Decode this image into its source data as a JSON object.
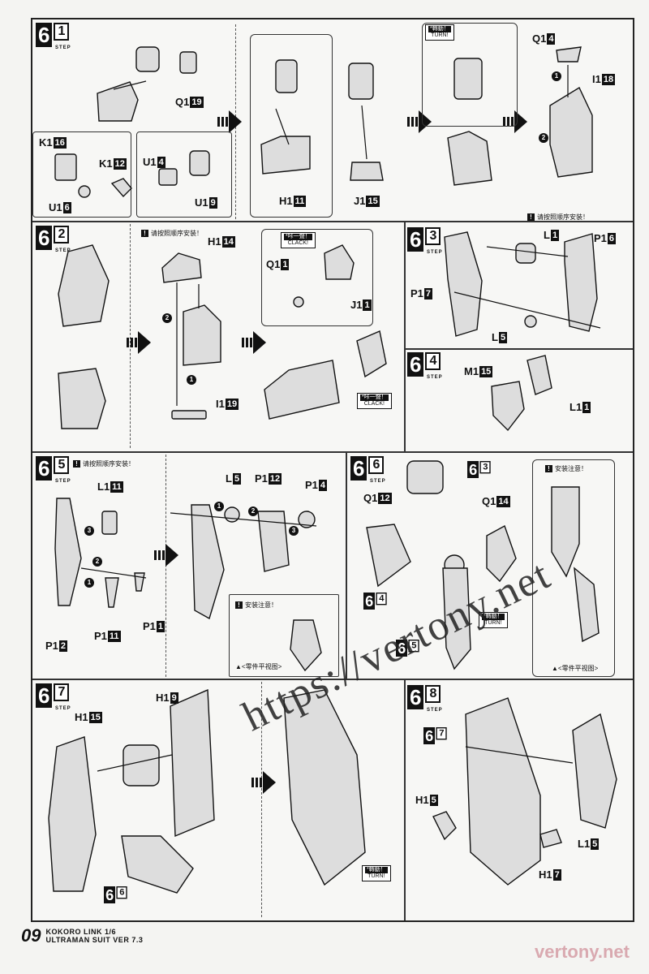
{
  "steps": {
    "s61": {
      "big": "6",
      "small": "1",
      "label": "STEP"
    },
    "s62": {
      "big": "6",
      "small": "2",
      "label": "STEP"
    },
    "s63": {
      "big": "6",
      "small": "3",
      "label": "STEP"
    },
    "s64": {
      "big": "6",
      "small": "4",
      "label": "STEP"
    },
    "s65": {
      "big": "6",
      "small": "5",
      "label": "STEP"
    },
    "s66": {
      "big": "6",
      "small": "6",
      "label": "STEP"
    },
    "s67": {
      "big": "6",
      "small": "7",
      "label": "STEP"
    },
    "s68": {
      "big": "6",
      "small": "8",
      "label": "STEP"
    }
  },
  "parts": {
    "q119": {
      "code": "Q1",
      "num": "19"
    },
    "k116": {
      "code": "K1",
      "num": "16"
    },
    "k112": {
      "code": "K1",
      "num": "12"
    },
    "u14": {
      "code": "U1",
      "num": "4"
    },
    "u16": {
      "code": "U1",
      "num": "6"
    },
    "u19": {
      "code": "U1",
      "num": "9"
    },
    "h111": {
      "code": "H1",
      "num": "11"
    },
    "j115": {
      "code": "J1",
      "num": "15"
    },
    "q14": {
      "code": "Q1",
      "num": "4"
    },
    "i118": {
      "code": "I1",
      "num": "18"
    },
    "h114": {
      "code": "H1",
      "num": "14"
    },
    "i119": {
      "code": "I1",
      "num": "19"
    },
    "q11": {
      "code": "Q1",
      "num": "1"
    },
    "j11": {
      "code": "J1",
      "num": "1"
    },
    "l1": {
      "code": "L",
      "num": "1"
    },
    "p16": {
      "code": "P1",
      "num": "6"
    },
    "p17": {
      "code": "P1",
      "num": "7"
    },
    "l5": {
      "code": "L",
      "num": "5"
    },
    "m115": {
      "code": "M1",
      "num": "15"
    },
    "l11": {
      "code": "L1",
      "num": "1"
    },
    "l111": {
      "code": "L1",
      "num": "11"
    },
    "p111": {
      "code": "P1",
      "num": "11"
    },
    "p11": {
      "code": "P1",
      "num": "1"
    },
    "p12": {
      "code": "P1",
      "num": "2"
    },
    "l5b": {
      "code": "L",
      "num": "5"
    },
    "p112": {
      "code": "P1",
      "num": "12"
    },
    "p14": {
      "code": "P1",
      "num": "4"
    },
    "q112": {
      "code": "Q1",
      "num": "12"
    },
    "q114": {
      "code": "Q1",
      "num": "14"
    },
    "h19": {
      "code": "H1",
      "num": "9"
    },
    "h115": {
      "code": "H1",
      "num": "15"
    },
    "h15": {
      "code": "H1",
      "num": "5"
    },
    "l15": {
      "code": "L1",
      "num": "5"
    },
    "h17": {
      "code": "H1",
      "num": "7"
    }
  },
  "notes": {
    "order": "请按照顺序安装！",
    "attention": "安装注意！",
    "topview": "▲<零件平视图>"
  },
  "tags": {
    "turn_head": "*轉動！",
    "turn_text": "TURN!",
    "clack_head": "*咔一聲！",
    "clack_text": "CLACK!"
  },
  "icons": [
    "step-badge",
    "arrow-right-icon",
    "warning-icon"
  ],
  "footer": {
    "page": "09",
    "brand": "KOKORO LINK 1/6",
    "title": "ULTRAMAN SUIT VER 7.3"
  },
  "watermark": {
    "url": "https://vertony.net",
    "site": "vertony.net"
  }
}
